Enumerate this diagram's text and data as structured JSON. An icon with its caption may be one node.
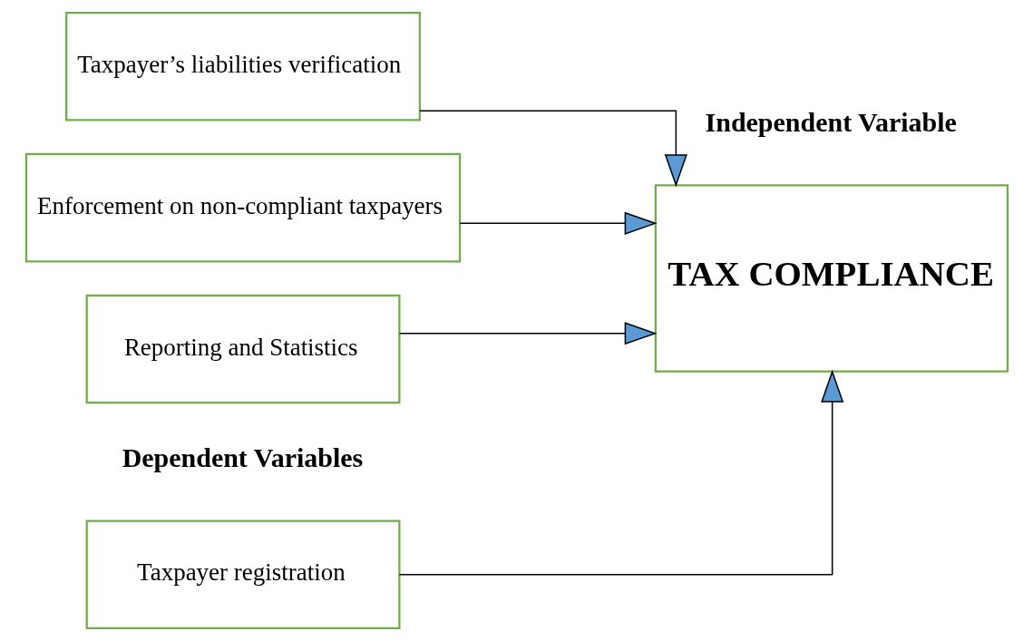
{
  "diagram": {
    "nodes": [
      {
        "text": [
          "Taxpayer registration"
        ]
      },
      {
        "text": [
          "Taxpayer’s liabilities verification"
        ]
      },
      {
        "text": [
          "Enforcement on non-compliant taxpayers"
        ]
      },
      {
        "text": [
          "Reporting and Statistics"
        ]
      },
      {
        "text": [
          "TAX COMPLIANCE"
        ]
      }
    ],
    "edges": [
      {
        "from": 0,
        "to": 4,
        "arrow": "to"
      },
      {
        "from": 1,
        "to": 4,
        "arrow": "to"
      },
      {
        "from": 2,
        "to": 4,
        "arrow": "to"
      },
      {
        "from": 3,
        "to": 4,
        "arrow": "to"
      }
    ],
    "labels": [
      "Dependent Variables",
      "Independent Variable"
    ]
  }
}
